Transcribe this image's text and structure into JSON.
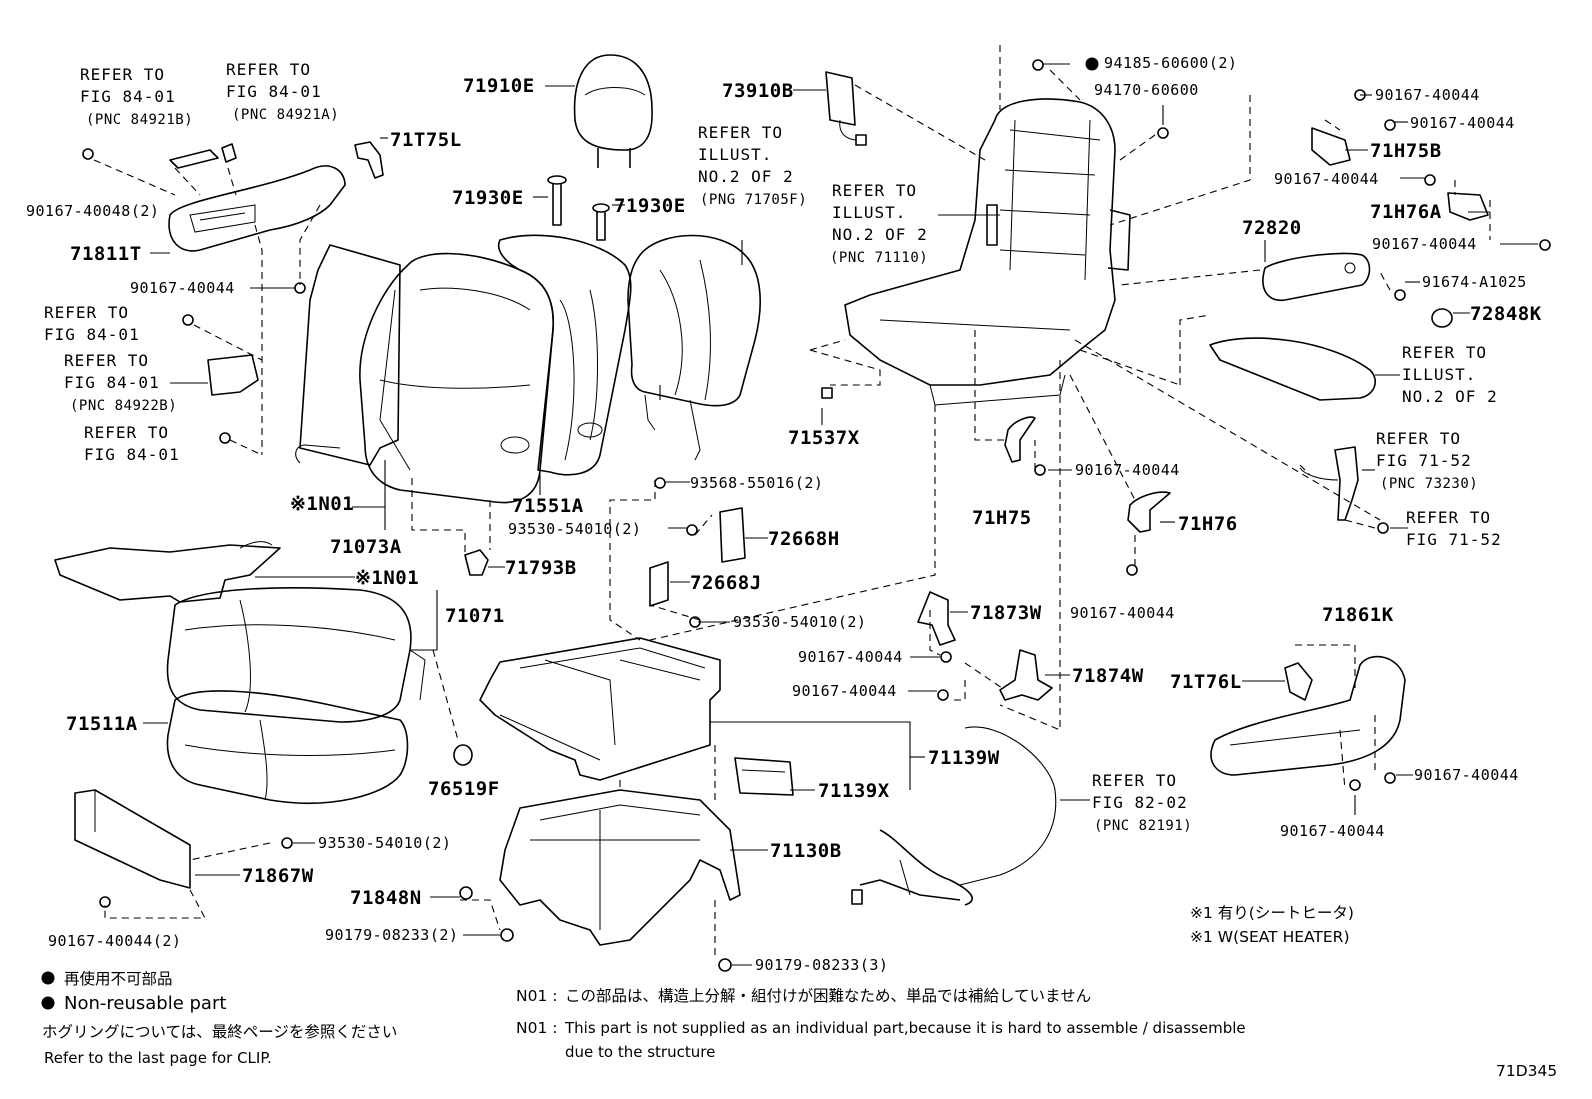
{
  "labels": {
    "ref_84921b": "REFER TO\nFIG 84-01\n(PNC 84921B)",
    "ref_84921a": "REFER TO\nFIG 84-01\n(PNC 84921A)",
    "p71t75l": "71T75L",
    "p90167_40048": "90167-40048(2)",
    "p71811t": "71811T",
    "p90167_a": "90167-40044",
    "ref_84_01_a": "REFER TO\nFIG 84-01",
    "ref_84922b": "REFER TO\nFIG 84-01\n(PNC 84922B)",
    "ref_84_01_b": "REFER TO\nFIG 84-01",
    "n01_a": "※1N01",
    "p71073a": "71073A",
    "p71910e": "71910E",
    "p71930e_l": "71930E",
    "p71930e_r": "71930E",
    "ref_71705f": "REFER TO\nILLUST.\nNO.2 OF 2\n(PNG 71705F)",
    "p71551a": "71551A",
    "p93568": "93568-55016(2)",
    "p93530_a": "93530-54010(2)",
    "p72668h": "72668H",
    "p72668j": "72668J",
    "p71793b": "71793B",
    "n01_b": "※1N01",
    "p71071": "71071",
    "p93530_b": "93530-54010(2)",
    "p71511a": "71511A",
    "p76519f": "76519F",
    "p93530_c": "93530-54010(2)",
    "p71867w": "71867W",
    "p90167_b": "90167-40044(2)",
    "p71848n": "71848N",
    "p90179_a": "90179-08233(2)",
    "p71139w": "71139W",
    "p71139x": "71139X",
    "p71130b": "71130B",
    "p90179_b": "90179-08233(3)",
    "p73910b": "73910B",
    "ref_71110": "REFER TO\nILLUST.\nNO.2 OF 2\n(PNC 71110)",
    "p94185": "94185-60600(2)",
    "p94170": "94170-60600",
    "p71537x": "71537X",
    "p71h75": "71H75",
    "p90167_c": "90167-40044",
    "p71h76": "71H76",
    "p90167_d": "90167-40044",
    "p71873w": "71873W",
    "p90167_e": "90167-40044",
    "p90167_f": "90167-40044",
    "p71874w": "71874W",
    "ref_82191": "REFER TO\nFIG 82-02\n(PNC 82191)",
    "p90167_g": "90167-40044",
    "p90167_h": "90167-40044",
    "p71h75b": "71H75B",
    "p90167_i": "90167-40044",
    "p71h76a": "71H76A",
    "p90167_j": "90167-40044",
    "p72820": "72820",
    "p91674": "91674-A1025",
    "p72848k": "72848K",
    "ref_illust2": "REFER TO\nILLUST.\nNO.2 OF 2",
    "ref_73230": "REFER TO\nFIG 71-52\n(PNC 73230)",
    "ref_71_52": "REFER TO\nFIG 71-52",
    "p71861k": "71861K",
    "p71t76l": "71T76L",
    "p90167_k": "90167-40044",
    "p90167_l": "90167-40044"
  },
  "legend": {
    "seat_heater_jp": "※1  有り(シートヒータ)",
    "seat_heater_en": "※1  W(SEAT HEATER)",
    "nonreusable_jp": "再使用不可部品",
    "nonreusable_en": "Non-reusable part",
    "clip_jp": "ホグリングについては、最終ページを参照ください",
    "clip_en": "Refer to the last page for CLIP.",
    "n01_label": "N01 :",
    "n01_jp": "この部品は、構造上分解・組付けが困難なため、単品では補給していません",
    "n01_en": "This part is not supplied as an individual part,because it is hard to assemble / disassemble",
    "n01_en2": "due to the structure",
    "figure_code": "71D345"
  }
}
